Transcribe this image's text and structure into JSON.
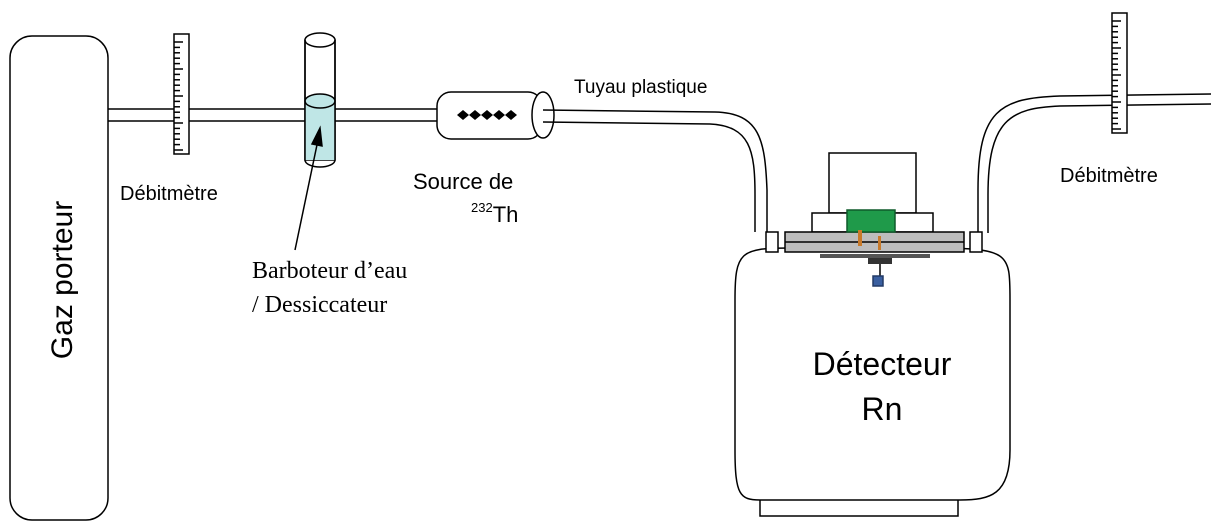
{
  "labels": {
    "carrier_gas": "Gaz porteur",
    "flowmeter_left": "Débitmètre",
    "bubbler_line1": "Barboteur d’eau",
    "bubbler_line2": "/ Dessiccateur",
    "source_line1": "Source de",
    "source_isotope_mass": "232",
    "source_element": "Th",
    "plastic_tube": "Tuyau plastique",
    "detector_line1": "Détecteur",
    "detector_line2": "Rn",
    "flowmeter_right": "Débitmètre"
  },
  "colors": {
    "stroke": "#000000",
    "water": "#bfe6e6",
    "detector_board": "#1f9a4a",
    "detector_plate": "#bdbdbd",
    "sensor_chip": "#3a5fa0",
    "copper_pin": "#c87a2a"
  }
}
